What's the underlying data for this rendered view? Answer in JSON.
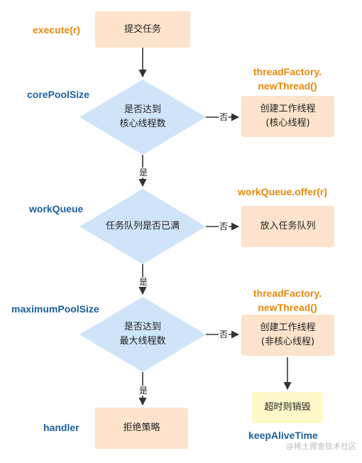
{
  "nodes": {
    "submit_task": "提交任务",
    "core_check": [
      "是否达到",
      "核心线程数"
    ],
    "create_core": [
      "创建工作线程",
      "(核心线程)"
    ],
    "queue_check": "任务队列是否已满",
    "enqueue": "放入任务队列",
    "max_check": [
      "是否达到",
      "最大线程数"
    ],
    "create_noncore": [
      "创建工作线程",
      "(非核心线程)"
    ],
    "timeout_destroy": "超时则销毁",
    "reject": "拒绝策略"
  },
  "labels": {
    "execute": "execute(r)",
    "core_pool_size": "corePoolSize",
    "work_queue": "workQueue",
    "maximum_pool_size": "maximumPoolSize",
    "handler": "handler",
    "thread_factory_1": [
      "threadFactory.",
      "newThread()"
    ],
    "work_queue_offer": "workQueue.offer(r)",
    "thread_factory_2": [
      "threadFactory.",
      "newThread()"
    ],
    "keep_alive_time": "keepAliveTime"
  },
  "edges": {
    "no_1": "否",
    "yes_1": "是",
    "no_2": "否",
    "yes_2": "是",
    "no_3": "否",
    "yes_3": "是"
  },
  "watermark": "@稀土掘金技术社区",
  "colors": {
    "peach_box": "#fde3cb",
    "yellow_box": "#fdf9c8",
    "diamond": "#cfe4f9",
    "label_blue": "#1b5fa0",
    "label_orange": "#e8890b"
  }
}
